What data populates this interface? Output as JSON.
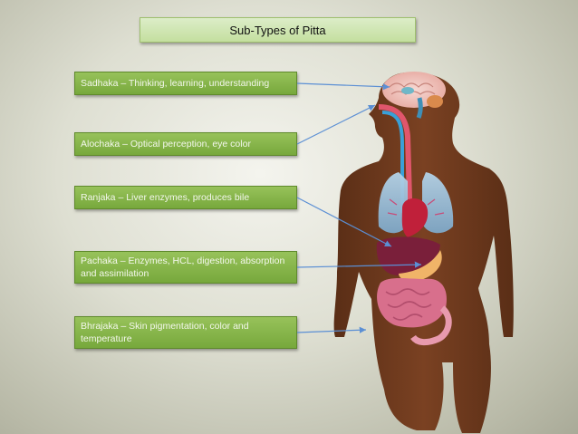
{
  "title": "Sub-Types of Pitta",
  "labels": [
    {
      "id": "sadhaka",
      "text": "Sadhaka – Thinking, learning, understanding"
    },
    {
      "id": "alochaka",
      "text": "Alochaka – Optical perception, eye color"
    },
    {
      "id": "ranjaka",
      "text": "Ranjaka – Liver enzymes, produces bile"
    },
    {
      "id": "pachaka",
      "text": "Pachaka – Enzymes, HCL, digestion, absorption and assimilation"
    },
    {
      "id": "bhrajaka",
      "text": "Bhrajaka – Skin pigmentation, color and temperature"
    }
  ],
  "colors": {
    "label_fill": "#86b44a",
    "title_fill": "#d2e7b5",
    "skin": "#6e3a1e",
    "lungs": "#8fb9d6",
    "heart": "#c0203a",
    "liver": "#7a1f3a",
    "stomach": "#f0b468",
    "intestine": "#d86f8c"
  }
}
